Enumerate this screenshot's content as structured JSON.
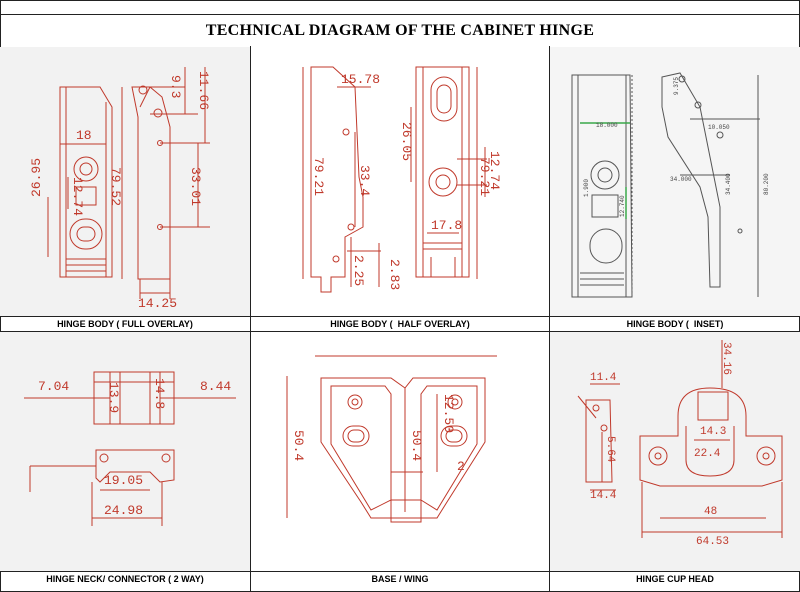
{
  "title": "TECHNICAL DIAGRAM OF THE CABINET HINGE",
  "colors": {
    "line": "#c0392b",
    "grey": "#444444",
    "bg": "#f2f2f2"
  },
  "panels": [
    {
      "caption": "HINGE BODY ( FULL OVERLAY)",
      "dims": [
        "9.3",
        "11.66",
        "18",
        "26.95",
        "12.74",
        "79.52",
        "33.01",
        "14.25"
      ]
    },
    {
      "caption": "HINGE BODY (  HALF OVERLAY)",
      "dims": [
        "15.78",
        "79.21",
        "33.4",
        "26.05",
        "12.74",
        "79.21",
        "17.8",
        "2.25",
        "2.83"
      ]
    },
    {
      "caption": "HINGE BODY (  INSET)",
      "dims": [
        "18.000",
        "9.375",
        "10.050",
        "80.200",
        "34.000",
        "34.400",
        "1.900",
        "12.740"
      ]
    },
    {
      "caption": "HINGE NECK/ CONNECTOR ( 2 WAY)",
      "dims": [
        "7.04",
        "13.9",
        "14.8",
        "8.44",
        "19.05",
        "24.98"
      ]
    },
    {
      "caption": "BASE / WING",
      "dims": [
        "50.4",
        "50.4",
        "12.50",
        "2"
      ]
    },
    {
      "caption": "HINGE CUP HEAD",
      "dims": [
        "11.4",
        "34.16",
        "14.3",
        "5.64",
        "22.4",
        "14.4",
        "48",
        "64.53"
      ]
    }
  ]
}
